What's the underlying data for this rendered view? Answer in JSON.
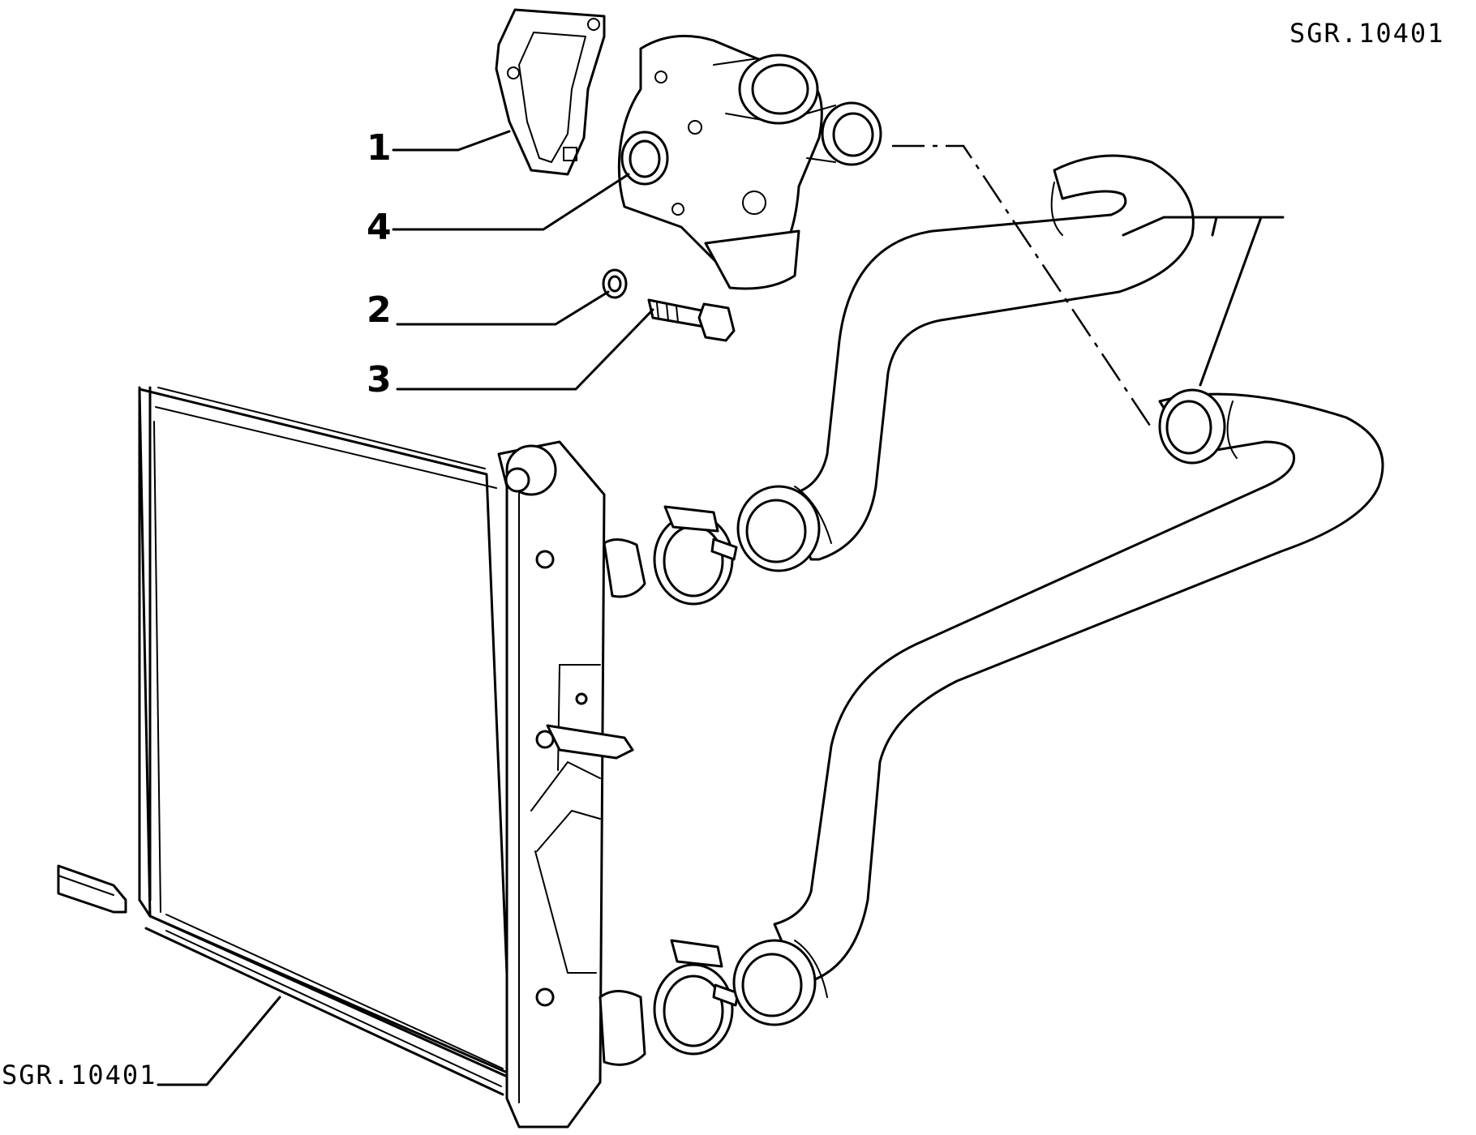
{
  "callouts": {
    "c1": "1",
    "c2": "2",
    "c3": "3",
    "c4": "4"
  },
  "references": {
    "hose_ref": "SGR.10401",
    "radiator_ref": "SGR.10401"
  },
  "parts": [
    {
      "id": "1",
      "icon": "gasket-icon"
    },
    {
      "id": "2",
      "icon": "washer-icon"
    },
    {
      "id": "3",
      "icon": "bolt-icon"
    },
    {
      "id": "4",
      "icon": "thermostat-housing-icon"
    }
  ],
  "colors": {
    "line": "#000000",
    "background": "#ffffff"
  }
}
